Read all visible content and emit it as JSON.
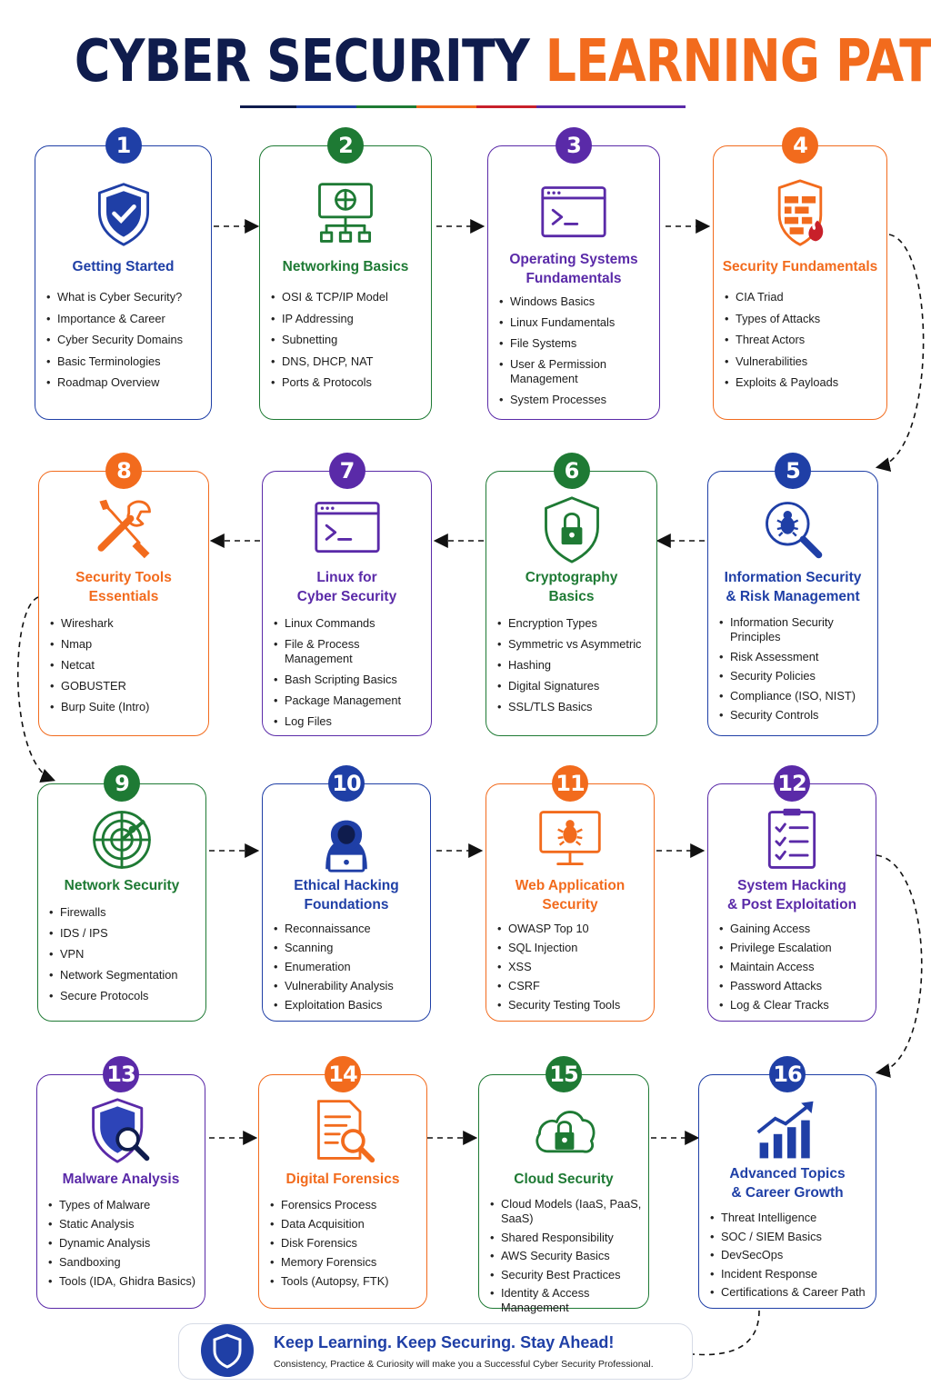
{
  "title": {
    "part1": "CYBER SECURITY",
    "part2": "LEARNING PATH"
  },
  "colors": {
    "blue": "#1f3fa6",
    "green": "#1e7a34",
    "purple": "#5a2aa8",
    "orange": "#f26b1d",
    "navy": "#0f1c4d",
    "red": "#c8202a"
  },
  "cards": [
    {
      "num": "1",
      "color": "#1f3fa6",
      "icon": "shield-check-icon",
      "title": [
        "Getting Started"
      ],
      "items": [
        "What is Cyber Security?",
        "Importance & Career",
        "Cyber Security Domains",
        "Basic Terminologies",
        "Roadmap Overview"
      ]
    },
    {
      "num": "2",
      "color": "#1e7a34",
      "icon": "network-globe-icon",
      "title": [
        "Networking Basics"
      ],
      "items": [
        "OSI & TCP/IP Model",
        "IP Addressing",
        "Subnetting",
        "DNS, DHCP, NAT",
        "Ports & Protocols"
      ]
    },
    {
      "num": "3",
      "color": "#5a2aa8",
      "icon": "terminal-window-icon",
      "title": [
        "Operating Systems",
        "Fundamentals"
      ],
      "items": [
        "Windows Basics",
        "Linux Fundamentals",
        "File Systems",
        "User & Permission Management",
        "System Processes"
      ]
    },
    {
      "num": "4",
      "color": "#f26b1d",
      "icon": "firewall-icon",
      "title": [
        "Security Fundamentals"
      ],
      "items": [
        "CIA Triad",
        "Types of Attacks",
        "Threat Actors",
        "Vulnerabilities",
        "Exploits & Payloads"
      ]
    },
    {
      "num": "5",
      "color": "#1f3fa6",
      "icon": "bug-magnifier-icon",
      "title": [
        "Information Security",
        "& Risk Management"
      ],
      "items": [
        "Information Security Principles",
        "Risk Assessment",
        "Security Policies",
        "Compliance (ISO, NIST)",
        "Security Controls"
      ]
    },
    {
      "num": "6",
      "color": "#1e7a34",
      "icon": "shield-lock-icon",
      "title": [
        "Cryptography",
        "Basics"
      ],
      "items": [
        "Encryption Types",
        "Symmetric vs Asymmetric",
        "Hashing",
        "Digital Signatures",
        "SSL/TLS Basics"
      ]
    },
    {
      "num": "7",
      "color": "#5a2aa8",
      "icon": "terminal-window-icon",
      "title": [
        "Linux for",
        "Cyber Security"
      ],
      "items": [
        "Linux Commands",
        "File & Process Management",
        "Bash Scripting Basics",
        "Package Management",
        "Log Files"
      ]
    },
    {
      "num": "8",
      "color": "#f26b1d",
      "icon": "tools-icon",
      "title": [
        "Security Tools",
        "Essentials"
      ],
      "items": [
        "Wireshark",
        "Nmap",
        "Netcat",
        "GOBUSTER",
        "Burp Suite (Intro)"
      ]
    },
    {
      "num": "9",
      "color": "#1e7a34",
      "icon": "radar-icon",
      "title": [
        "Network Security"
      ],
      "items": [
        "Firewalls",
        "IDS / IPS",
        "VPN",
        "Network Segmentation",
        "Secure Protocols"
      ]
    },
    {
      "num": "10",
      "color": "#1f3fa6",
      "icon": "hacker-icon",
      "title": [
        "Ethical Hacking",
        "Foundations"
      ],
      "items": [
        "Reconnaissance",
        "Scanning",
        "Enumeration",
        "Vulnerability Analysis",
        "Exploitation Basics"
      ]
    },
    {
      "num": "11",
      "color": "#f26b1d",
      "icon": "monitor-bug-icon",
      "title": [
        "Web Application",
        "Security"
      ],
      "items": [
        "OWASP Top 10",
        "SQL Injection",
        "XSS",
        "CSRF",
        "Security Testing Tools"
      ]
    },
    {
      "num": "12",
      "color": "#5a2aa8",
      "icon": "checklist-icon",
      "title": [
        "System Hacking",
        "& Post Exploitation"
      ],
      "items": [
        "Gaining Access",
        "Privilege Escalation",
        "Maintain Access",
        "Password Attacks",
        "Log & Clear Tracks"
      ]
    },
    {
      "num": "13",
      "color": "#5a2aa8",
      "icon": "shield-magnifier-icon",
      "title": [
        "Malware Analysis"
      ],
      "items": [
        "Types of Malware",
        "Static Analysis",
        "Dynamic Analysis",
        "Sandboxing",
        "Tools (IDA, Ghidra Basics)"
      ]
    },
    {
      "num": "14",
      "color": "#f26b1d",
      "icon": "document-search-icon",
      "title": [
        "Digital Forensics"
      ],
      "items": [
        "Forensics Process",
        "Data Acquisition",
        "Disk Forensics",
        "Memory Forensics",
        "Tools (Autopsy, FTK)"
      ]
    },
    {
      "num": "15",
      "color": "#1e7a34",
      "icon": "cloud-lock-icon",
      "title": [
        "Cloud Security"
      ],
      "items": [
        "Cloud Models (IaaS, PaaS, SaaS)",
        "Shared Responsibility",
        "AWS Security Basics",
        "Security Best Practices",
        "Identity & Access Management"
      ]
    },
    {
      "num": "16",
      "color": "#1f3fa6",
      "icon": "growth-chart-icon",
      "title": [
        "Advanced Topics",
        "& Career Growth"
      ],
      "items": [
        "Threat Intelligence",
        "SOC / SIEM Basics",
        "DevSecOps",
        "Incident Response",
        "Certifications & Career Path"
      ]
    }
  ],
  "footer": {
    "heading": "Keep Learning. Keep Securing. Stay Ahead!",
    "subtext": "Consistency, Practice & Curiosity will make you a Successful Cyber Security Professional.",
    "icon": "shield-icon"
  }
}
